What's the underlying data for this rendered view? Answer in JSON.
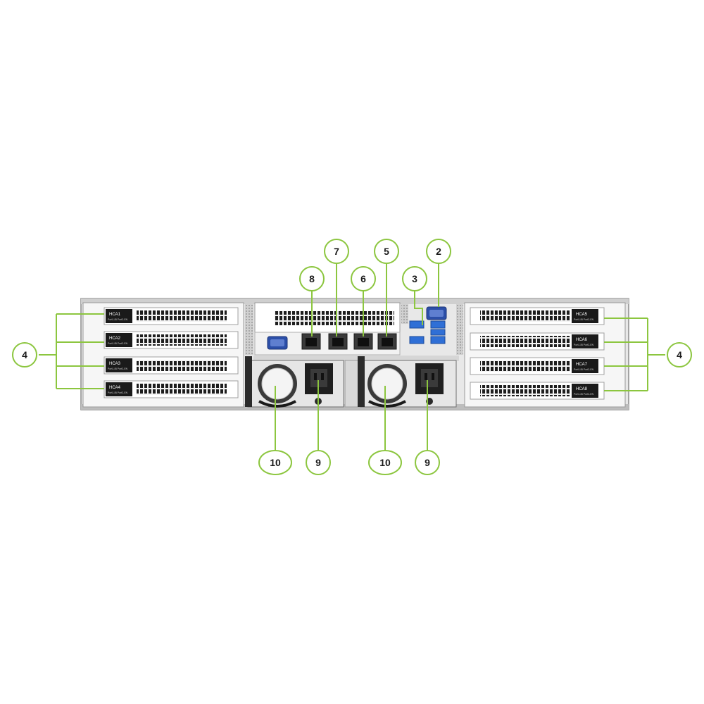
{
  "colors": {
    "callout_stroke": "#8cc63f",
    "chassis": "#e3e3e3",
    "chassis_dark": "#5a5a5a",
    "usb_blue": "#2f6fd6",
    "vga_blue": "#2c4fa8"
  },
  "hca_cards": [
    {
      "label": "HCA1",
      "sub": "Port1-IB Port2-EN"
    },
    {
      "label": "HCA2",
      "sub": "Port1-IB Port2-EN"
    },
    {
      "label": "HCA3",
      "sub": "Port1-IB Port2-EN"
    },
    {
      "label": "HCA4",
      "sub": "Port1-IB Port2-EN"
    },
    {
      "label": "HCA5",
      "sub": "Port1-IB Port2-EN"
    },
    {
      "label": "HCA6",
      "sub": "Port1-IB Port2-EN"
    },
    {
      "label": "HCA7",
      "sub": "Port1-IB Port2-EN"
    },
    {
      "label": "HCA8",
      "sub": "Port1-IB Port2-EN"
    }
  ],
  "callouts": {
    "vga_top": "2",
    "usb": "3",
    "hca_left": "4",
    "hca_right": "4",
    "lan_5": "5",
    "lan_6": "6",
    "lan_7": "7",
    "lan_8": "8",
    "psu1_power": "9",
    "psu2_power": "9",
    "psu1_fan": "10",
    "psu2_fan": "10"
  }
}
